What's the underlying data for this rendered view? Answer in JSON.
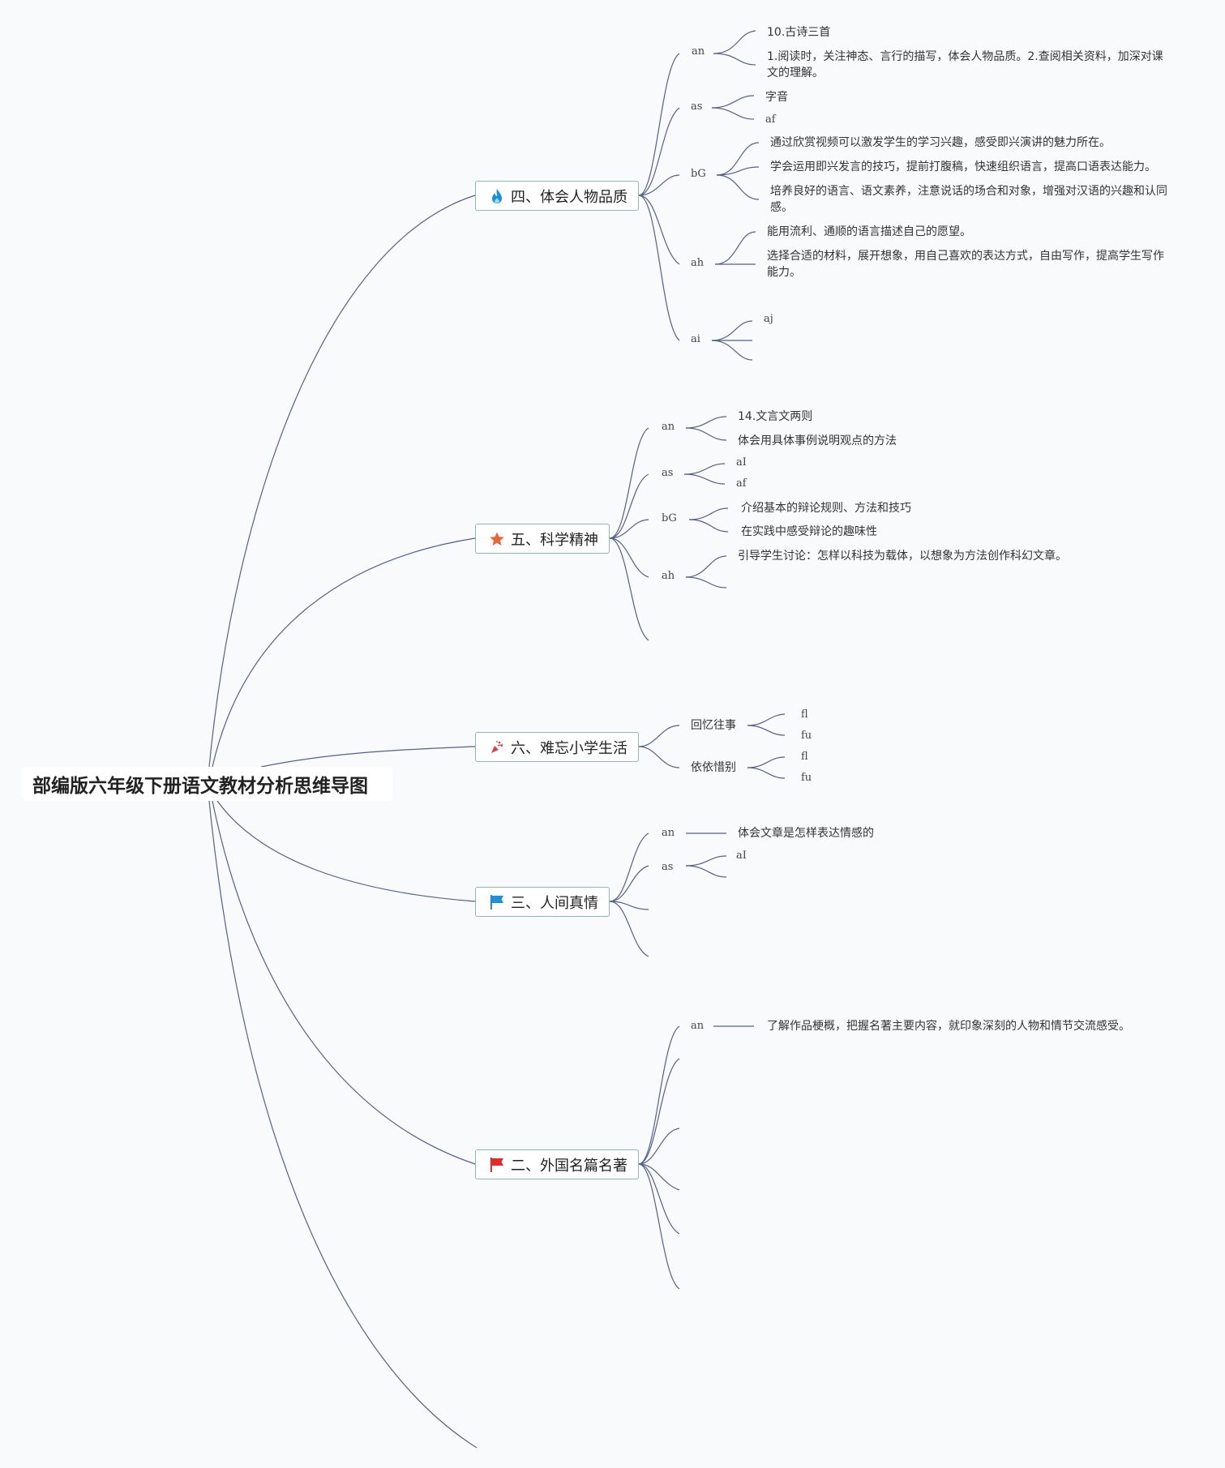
{
  "root": {
    "title": "部编版六年级下册语文教材分析思维导图"
  },
  "branches": {
    "b4": {
      "label": "四、体会人物品质",
      "icon": "fire-icon",
      "groups": {
        "an": {
          "tag": "an",
          "items": [
            "10.古诗三首",
            "1.阅读时，关注神态、言行的描写，体会人物品质。2.查阅相关资料，加深对课文的理解。"
          ]
        },
        "as": {
          "tag": "as",
          "items": [
            "字音",
            "af"
          ]
        },
        "bg": {
          "tag": "bG",
          "items": [
            "通过欣赏视频可以激发学生的学习兴趣，感受即兴演讲的魅力所在。",
            "学会运用即兴发言的技巧，提前打腹稿，快速组织语言，提高口语表达能力。",
            "培养良好的语言、语文素养，注意说话的场合和对象，增强对汉语的兴趣和认同感。"
          ]
        },
        "ah": {
          "tag": "ah",
          "items": [
            "能用流利、通顺的语言描述自己的愿望。",
            "选择合适的材料，展开想象，用自己喜欢的表达方式，自由写作，提高学生写作能力。"
          ]
        },
        "ai": {
          "tag": "ai",
          "items": [
            "aj"
          ]
        }
      }
    },
    "b5": {
      "label": "五、科学精神",
      "icon": "star-icon",
      "groups": {
        "an": {
          "tag": "an",
          "items": [
            "14.文言文两则",
            "体会用具体事例说明观点的方法"
          ]
        },
        "as": {
          "tag": "as",
          "items": [
            "aI",
            "af"
          ]
        },
        "bg": {
          "tag": "bG",
          "items": [
            "介绍基本的辩论规则、方法和技巧",
            "在实践中感受辩论的趣味性"
          ]
        },
        "ah": {
          "tag": "ah",
          "items": [
            "引导学生讨论：怎样以科技为载体，以想象为方法创作科幻文章。"
          ]
        }
      }
    },
    "b6": {
      "label": "六、难忘小学生活",
      "icon": "party-popper-icon",
      "groups": {
        "g1": {
          "tag": "回忆往事",
          "items": [
            "fl",
            "fu"
          ]
        },
        "g2": {
          "tag": "依依惜别",
          "items": [
            "fl",
            "fu"
          ]
        }
      }
    },
    "b3": {
      "label": "三、人间真情",
      "icon": "blue-flag-icon",
      "groups": {
        "an": {
          "tag": "an",
          "items": [
            "体会文章是怎样表达情感的"
          ]
        },
        "as": {
          "tag": "as",
          "items": [
            "aI"
          ]
        }
      }
    },
    "b2": {
      "label": "二、外国名篇名著",
      "icon": "red-flag-icon",
      "groups": {
        "an": {
          "tag": "an",
          "items": [
            "了解作品梗概，把握名著主要内容，就印象深刻的人物和情节交流感受。"
          ]
        }
      }
    }
  },
  "colors": {
    "line": "#55608a",
    "topic_border": "#8fb8b0",
    "background": "#f9fafc"
  }
}
